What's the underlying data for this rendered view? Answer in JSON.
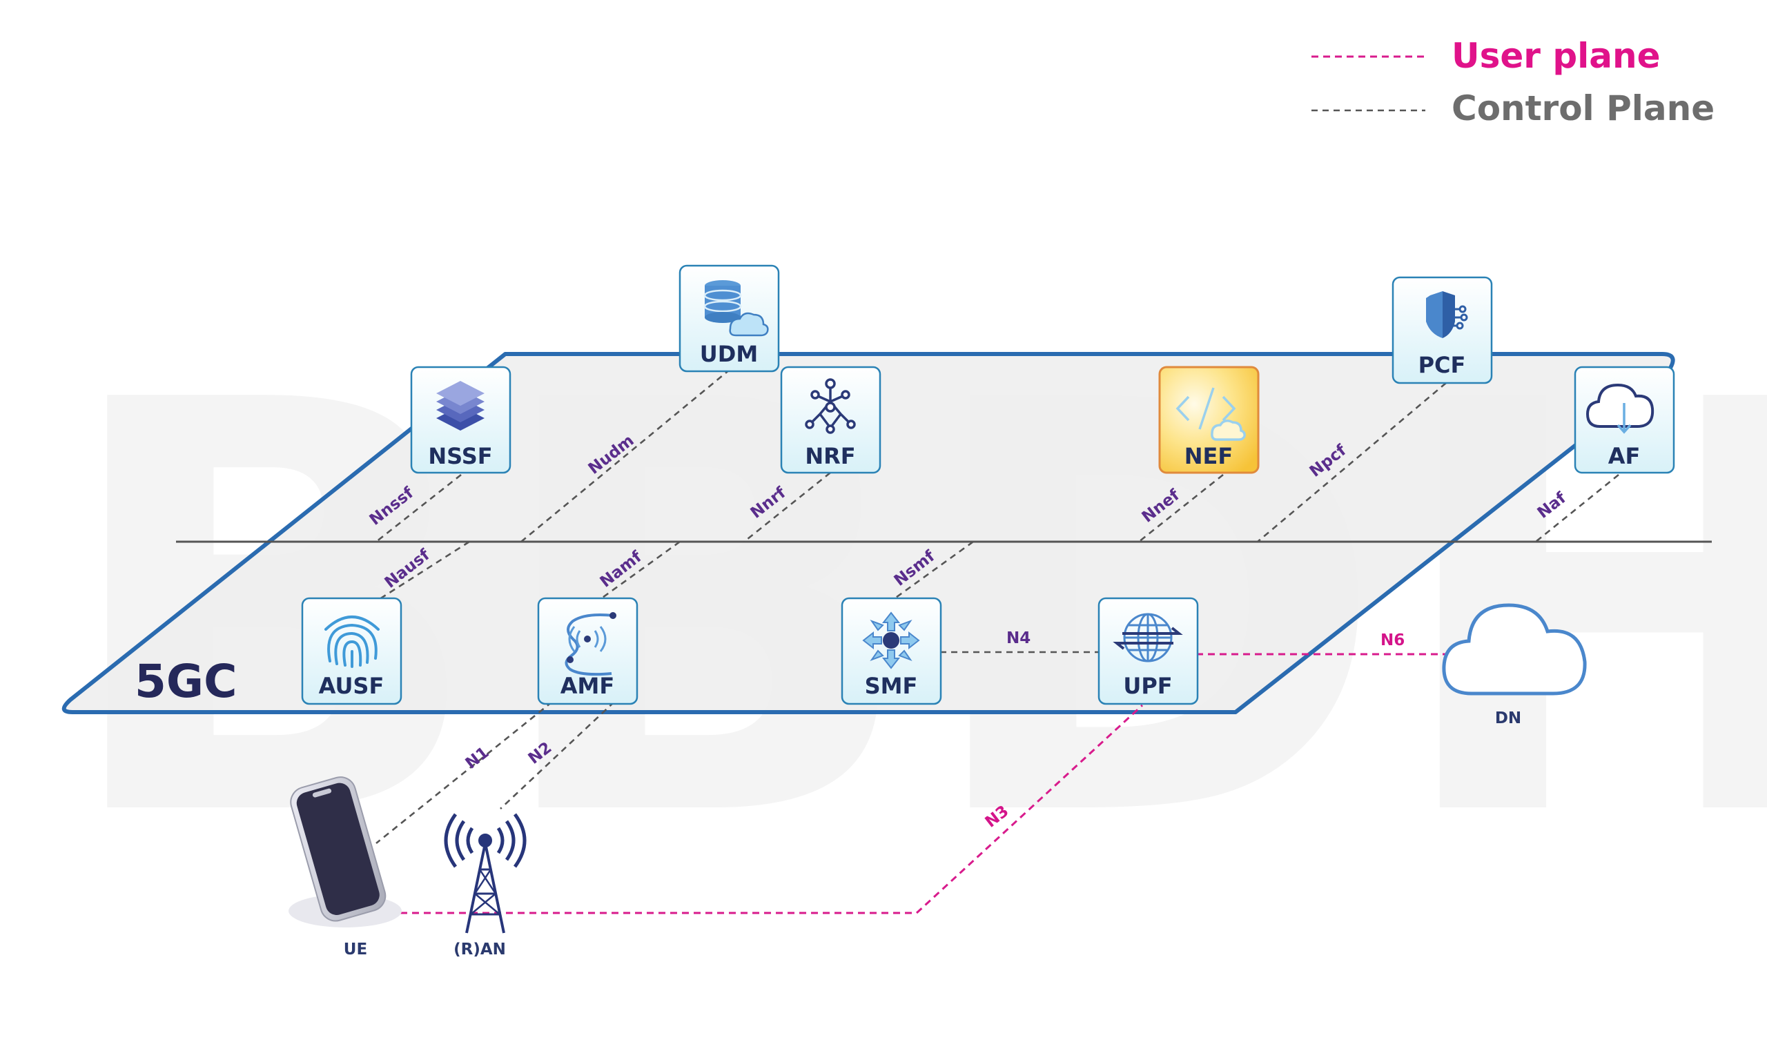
{
  "legend": {
    "user_plane": "User plane",
    "control_plane": "Control Plane",
    "user_plane_color": "#e0128a",
    "control_plane_color": "#555555"
  },
  "core": {
    "label": "5GC"
  },
  "network_functions": {
    "udm": "UDM",
    "nssf": "NSSF",
    "nrf": "NRF",
    "nef": "NEF",
    "pcf": "PCF",
    "af": "AF",
    "ausf": "AUSF",
    "amf": "AMF",
    "smf": "SMF",
    "upf": "UPF"
  },
  "interfaces": {
    "nnssf": "Nnssf",
    "nudm": "Nudm",
    "nnrf": "Nnrf",
    "nnef": "Nnef",
    "npcf": "Npcf",
    "naf": "Naf",
    "nausf": "Nausf",
    "namf": "Namf",
    "nsmf": "Nsmf",
    "n1": "N1",
    "n2": "N2",
    "n3": "N3",
    "n4": "N4",
    "n6": "N6"
  },
  "devices": {
    "ue": "UE",
    "ran": "(R)AN",
    "dn": "DN"
  },
  "icons": {
    "udm": "database-cloud-icon",
    "nssf": "layers-icon",
    "nrf": "network-tree-icon",
    "nef": "code-cloud-icon",
    "pcf": "shield-circuit-icon",
    "af": "cloud-download-icon",
    "ausf": "fingerprint-icon",
    "amf": "signal-loop-icon",
    "smf": "arrows-hub-icon",
    "upf": "globe-transfer-icon",
    "ue": "smartphone-icon",
    "ran": "cell-tower-icon",
    "dn": "cloud-icon"
  }
}
